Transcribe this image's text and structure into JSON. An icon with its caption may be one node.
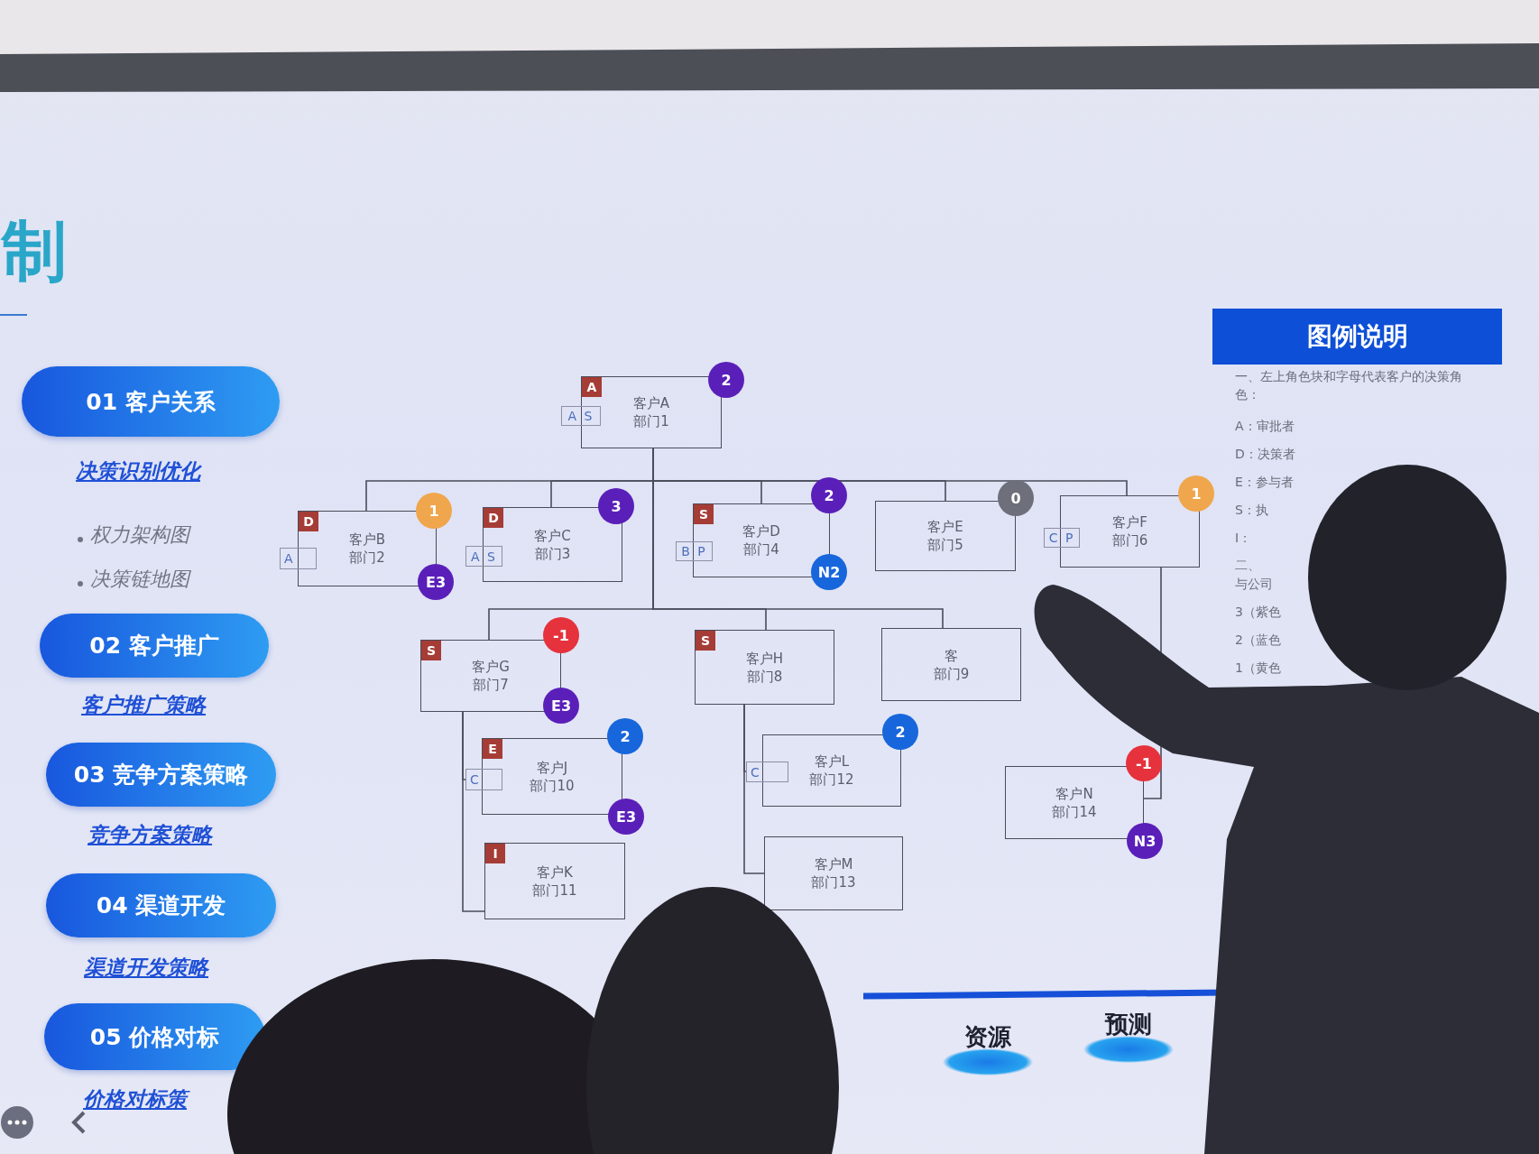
{
  "diagram": {
    "title": "制",
    "nodes": [
      {
        "text": [
          "客户A",
          "部门1"
        ]
      },
      {
        "text": [
          "A"
        ],
        "in": 0
      },
      {
        "text": [
          "A S"
        ]
      },
      {
        "text": [
          "2"
        ]
      },
      {
        "text": [
          "客户B",
          "部门2"
        ]
      },
      {
        "text": [
          "D"
        ],
        "in": 4
      },
      {
        "text": [
          "A"
        ]
      },
      {
        "text": [
          "1"
        ]
      },
      {
        "text": [
          "E3"
        ]
      },
      {
        "text": [
          "客户C",
          "部门3"
        ]
      },
      {
        "text": [
          "D"
        ],
        "in": 9
      },
      {
        "text": [
          "A S"
        ]
      },
      {
        "text": [
          "3"
        ]
      },
      {
        "text": [
          "客户D",
          "部门4"
        ]
      },
      {
        "text": [
          "S"
        ],
        "in": 13
      },
      {
        "text": [
          "B P"
        ]
      },
      {
        "text": [
          "2"
        ]
      },
      {
        "text": [
          "N2"
        ]
      },
      {
        "text": [
          "客户E",
          "部门5"
        ]
      },
      {
        "text": [
          "0"
        ]
      },
      {
        "text": [
          "客户F",
          "部门6"
        ]
      },
      {
        "text": [
          "C P"
        ]
      },
      {
        "text": [
          "1"
        ]
      },
      {
        "text": [
          "客户G",
          "部门7"
        ]
      },
      {
        "text": [
          "S"
        ],
        "in": 23
      },
      {
        "text": [
          "-1"
        ]
      },
      {
        "text": [
          "E3"
        ]
      },
      {
        "text": [
          "客户H",
          "部门8"
        ]
      },
      {
        "text": [
          "S"
        ],
        "in": 27
      },
      {
        "text": [
          "客",
          "部门9"
        ]
      },
      {
        "text": [
          "客户J",
          "部门10"
        ]
      },
      {
        "text": [
          "E"
        ],
        "in": 30
      },
      {
        "text": [
          "C"
        ]
      },
      {
        "text": [
          "2"
        ]
      },
      {
        "text": [
          "E3"
        ]
      },
      {
        "text": [
          "客户K",
          "部门11"
        ]
      },
      {
        "text": [
          "I"
        ],
        "in": 35
      },
      {
        "text": [
          "客户L",
          "部门12"
        ]
      },
      {
        "text": [
          "C"
        ]
      },
      {
        "text": [
          "2"
        ]
      },
      {
        "text": [
          "客户M",
          "部门13"
        ]
      },
      {
        "text": [
          "客户N",
          "部门14"
        ]
      },
      {
        "text": [
          "-1"
        ]
      },
      {
        "text": [
          "N3"
        ]
      },
      {
        "text": [
          "图例说明"
        ]
      },
      {
        "text": [
          "01 客户关系"
        ],
        "beside": [
          "决策识别优化"
        ]
      },
      {
        "text": [
          "02 客户推广"
        ],
        "beside": [
          "客户推广策略"
        ]
      },
      {
        "text": [
          "03 竞争方案策略"
        ],
        "beside": [
          "竞争方案策略"
        ]
      },
      {
        "text": [
          "04 渠道开发"
        ],
        "beside": [
          "渠道开发策略"
        ]
      },
      {
        "text": [
          "05 价格对标"
        ],
        "beside": [
          "价格对标策"
        ]
      },
      {
        "text": [
          "资源"
        ]
      },
      {
        "text": [
          "预测"
        ]
      }
    ],
    "edges": [
      {
        "from": 0,
        "to": 4,
        "arrow": "none"
      },
      {
        "from": 0,
        "to": 9,
        "arrow": "none"
      },
      {
        "from": 0,
        "to": 13,
        "arrow": "none"
      },
      {
        "from": 0,
        "to": 18,
        "arrow": "none"
      },
      {
        "from": 0,
        "to": 20,
        "arrow": "none"
      },
      {
        "from": 0,
        "to": 23,
        "arrow": "none"
      },
      {
        "from": 0,
        "to": 27,
        "arrow": "none"
      },
      {
        "from": 0,
        "to": 29,
        "arrow": "none"
      },
      {
        "from": 23,
        "to": 32,
        "arrow": "none"
      },
      {
        "from": 23,
        "to": 35,
        "arrow": "none"
      },
      {
        "from": 27,
        "to": 38,
        "arrow": "none"
      },
      {
        "from": 27,
        "to": 40,
        "arrow": "none"
      },
      {
        "from": 20,
        "to": 41,
        "arrow": "none"
      }
    ],
    "labels": [
      "权力架构图",
      "决策链地图",
      "一、左上角色块和字母代表客户的决策角色：",
      "A：审批者",
      "D：决策者",
      "E：参与者",
      "S：执",
      "I：",
      "二、",
      "与公司",
      "3（紫色",
      "2（蓝色",
      "1（黄色"
    ]
  }
}
